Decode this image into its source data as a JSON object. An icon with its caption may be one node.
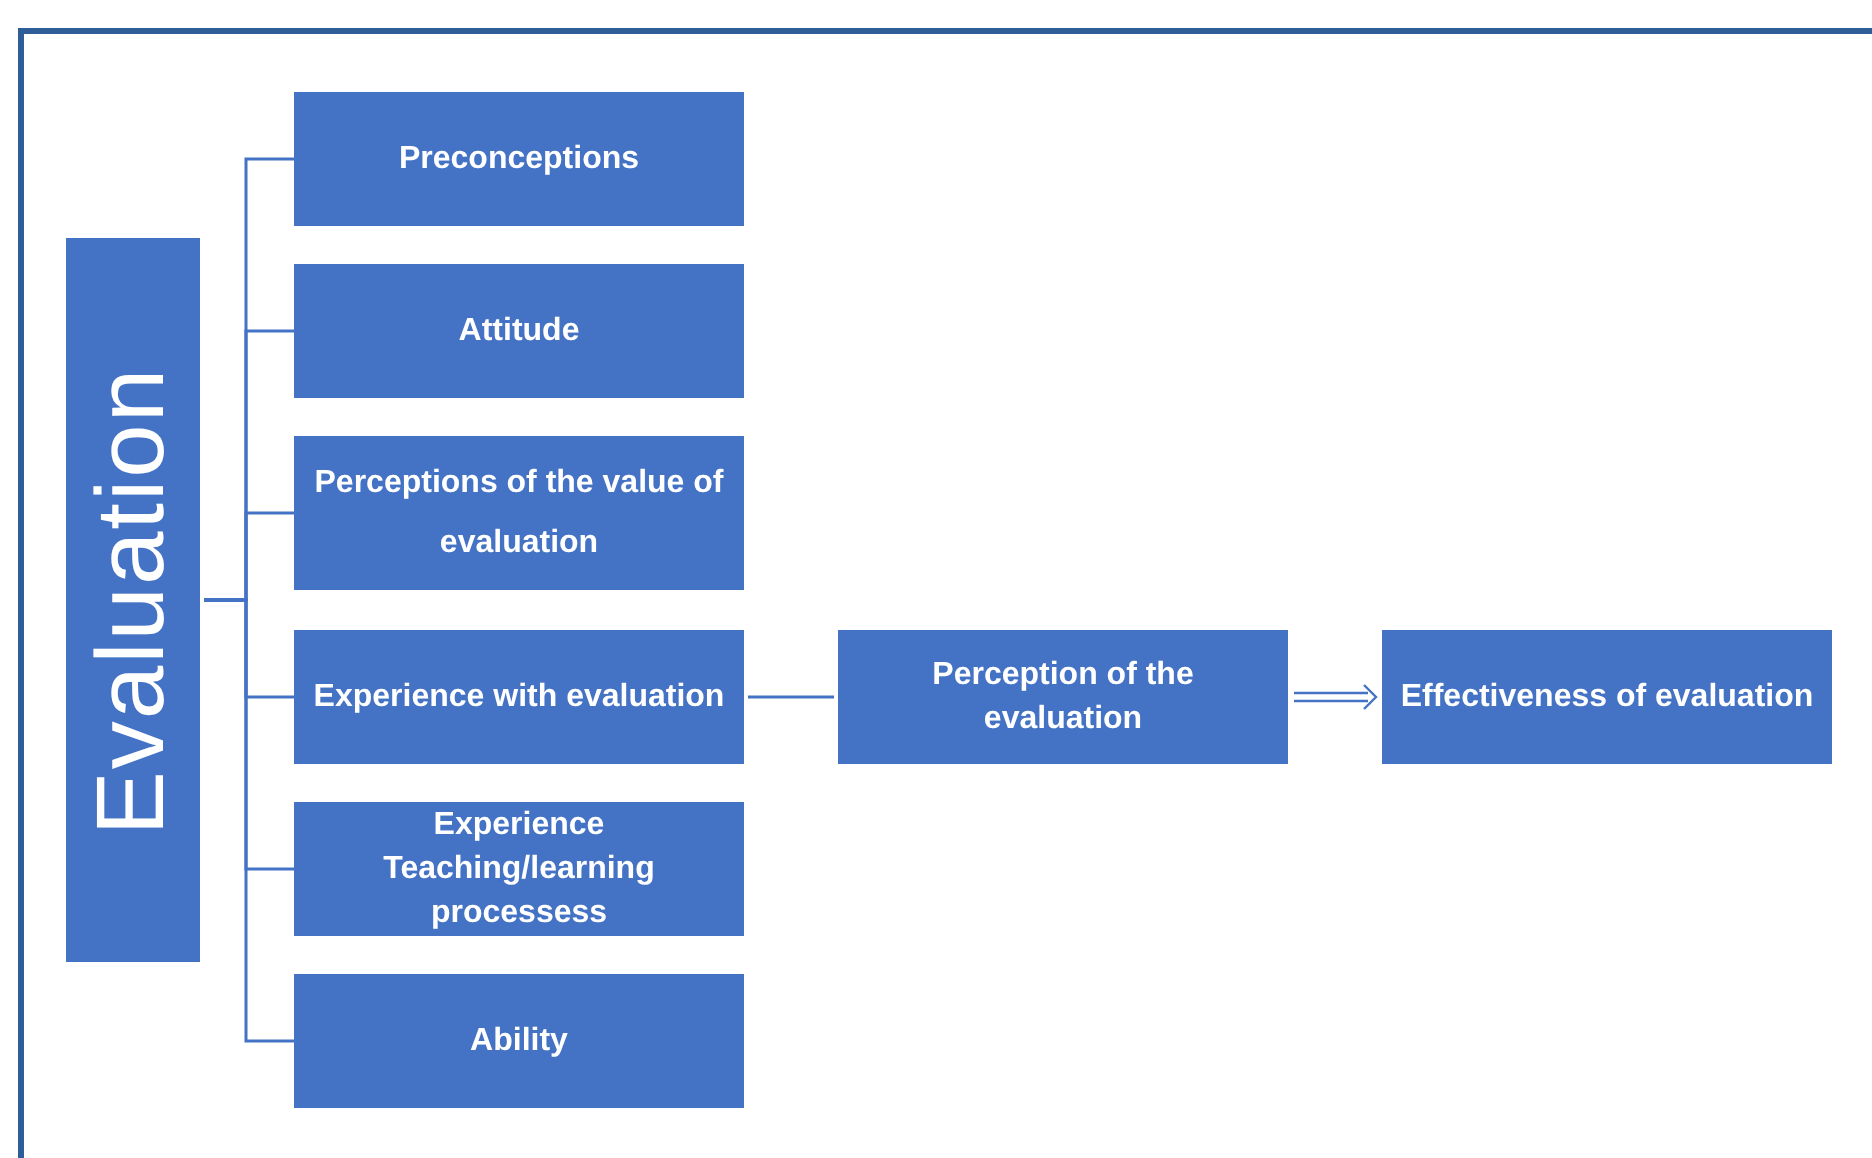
{
  "diagram": {
    "nodes": [
      {
        "text": [
          "Evaluation"
        ]
      },
      {
        "text": [
          "Preconceptions"
        ]
      },
      {
        "text": [
          "Attitude"
        ]
      },
      {
        "text": [
          "Perceptions of the value of evaluation"
        ]
      },
      {
        "text": [
          "Experience with evaluation"
        ]
      },
      {
        "text": [
          "Experience Teaching/learning processess"
        ]
      },
      {
        "text": [
          "Ability"
        ]
      },
      {
        "text": [
          "Perception  of the evaluation"
        ]
      },
      {
        "text": [
          "Effectiveness of evaluation"
        ]
      }
    ],
    "edges": [
      {
        "from": 0,
        "to": 1,
        "arrow": "none"
      },
      {
        "from": 0,
        "to": 2,
        "arrow": "none"
      },
      {
        "from": 0,
        "to": 3,
        "arrow": "none"
      },
      {
        "from": 0,
        "to": 4,
        "arrow": "none"
      },
      {
        "from": 0,
        "to": 5,
        "arrow": "none"
      },
      {
        "from": 0,
        "to": 6,
        "arrow": "none"
      },
      {
        "from": 4,
        "to": 7,
        "arrow": "none"
      },
      {
        "from": 7,
        "to": 8,
        "arrow": "to"
      }
    ]
  }
}
